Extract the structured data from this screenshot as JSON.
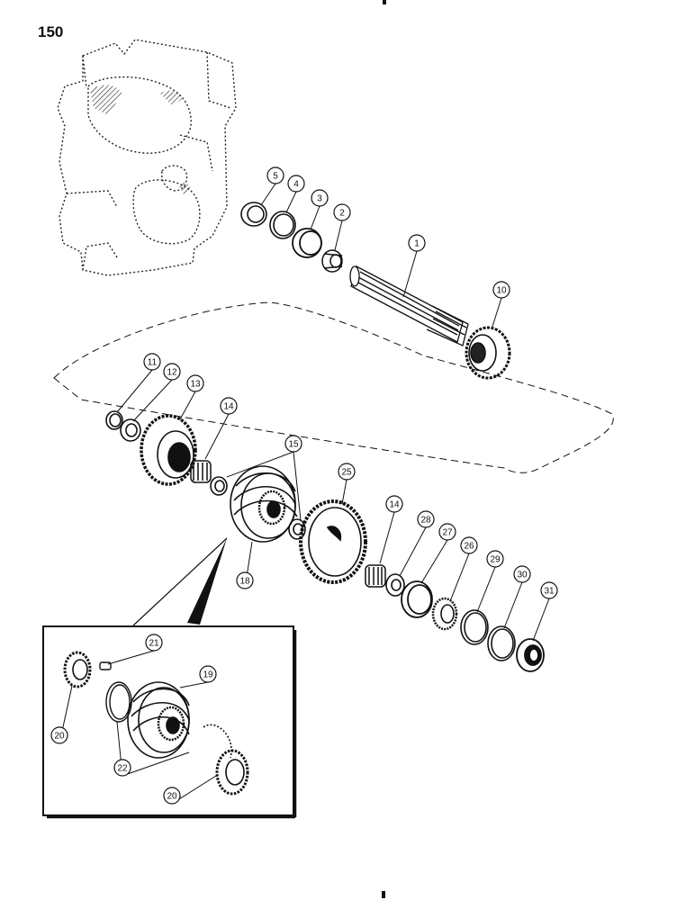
{
  "page_number": "150",
  "callouts": [
    {
      "id": "c5",
      "label": "5"
    },
    {
      "id": "c4",
      "label": "4"
    },
    {
      "id": "c3",
      "label": "3"
    },
    {
      "id": "c2",
      "label": "2"
    },
    {
      "id": "c1",
      "label": "1"
    },
    {
      "id": "c10",
      "label": "10"
    },
    {
      "id": "c11",
      "label": "11"
    },
    {
      "id": "c12",
      "label": "12"
    },
    {
      "id": "c13",
      "label": "13"
    },
    {
      "id": "c14a",
      "label": "14"
    },
    {
      "id": "c15",
      "label": "15"
    },
    {
      "id": "c25",
      "label": "25"
    },
    {
      "id": "c14b",
      "label": "14"
    },
    {
      "id": "c28",
      "label": "28"
    },
    {
      "id": "c27",
      "label": "27"
    },
    {
      "id": "c26",
      "label": "26"
    },
    {
      "id": "c29",
      "label": "29"
    },
    {
      "id": "c30",
      "label": "30"
    },
    {
      "id": "c31",
      "label": "31"
    },
    {
      "id": "c18",
      "label": "18"
    },
    {
      "id": "c21",
      "label": "21"
    },
    {
      "id": "c19",
      "label": "19"
    },
    {
      "id": "c20a",
      "label": "20"
    },
    {
      "id": "c22",
      "label": "22"
    },
    {
      "id": "c20b",
      "label": "20"
    }
  ]
}
